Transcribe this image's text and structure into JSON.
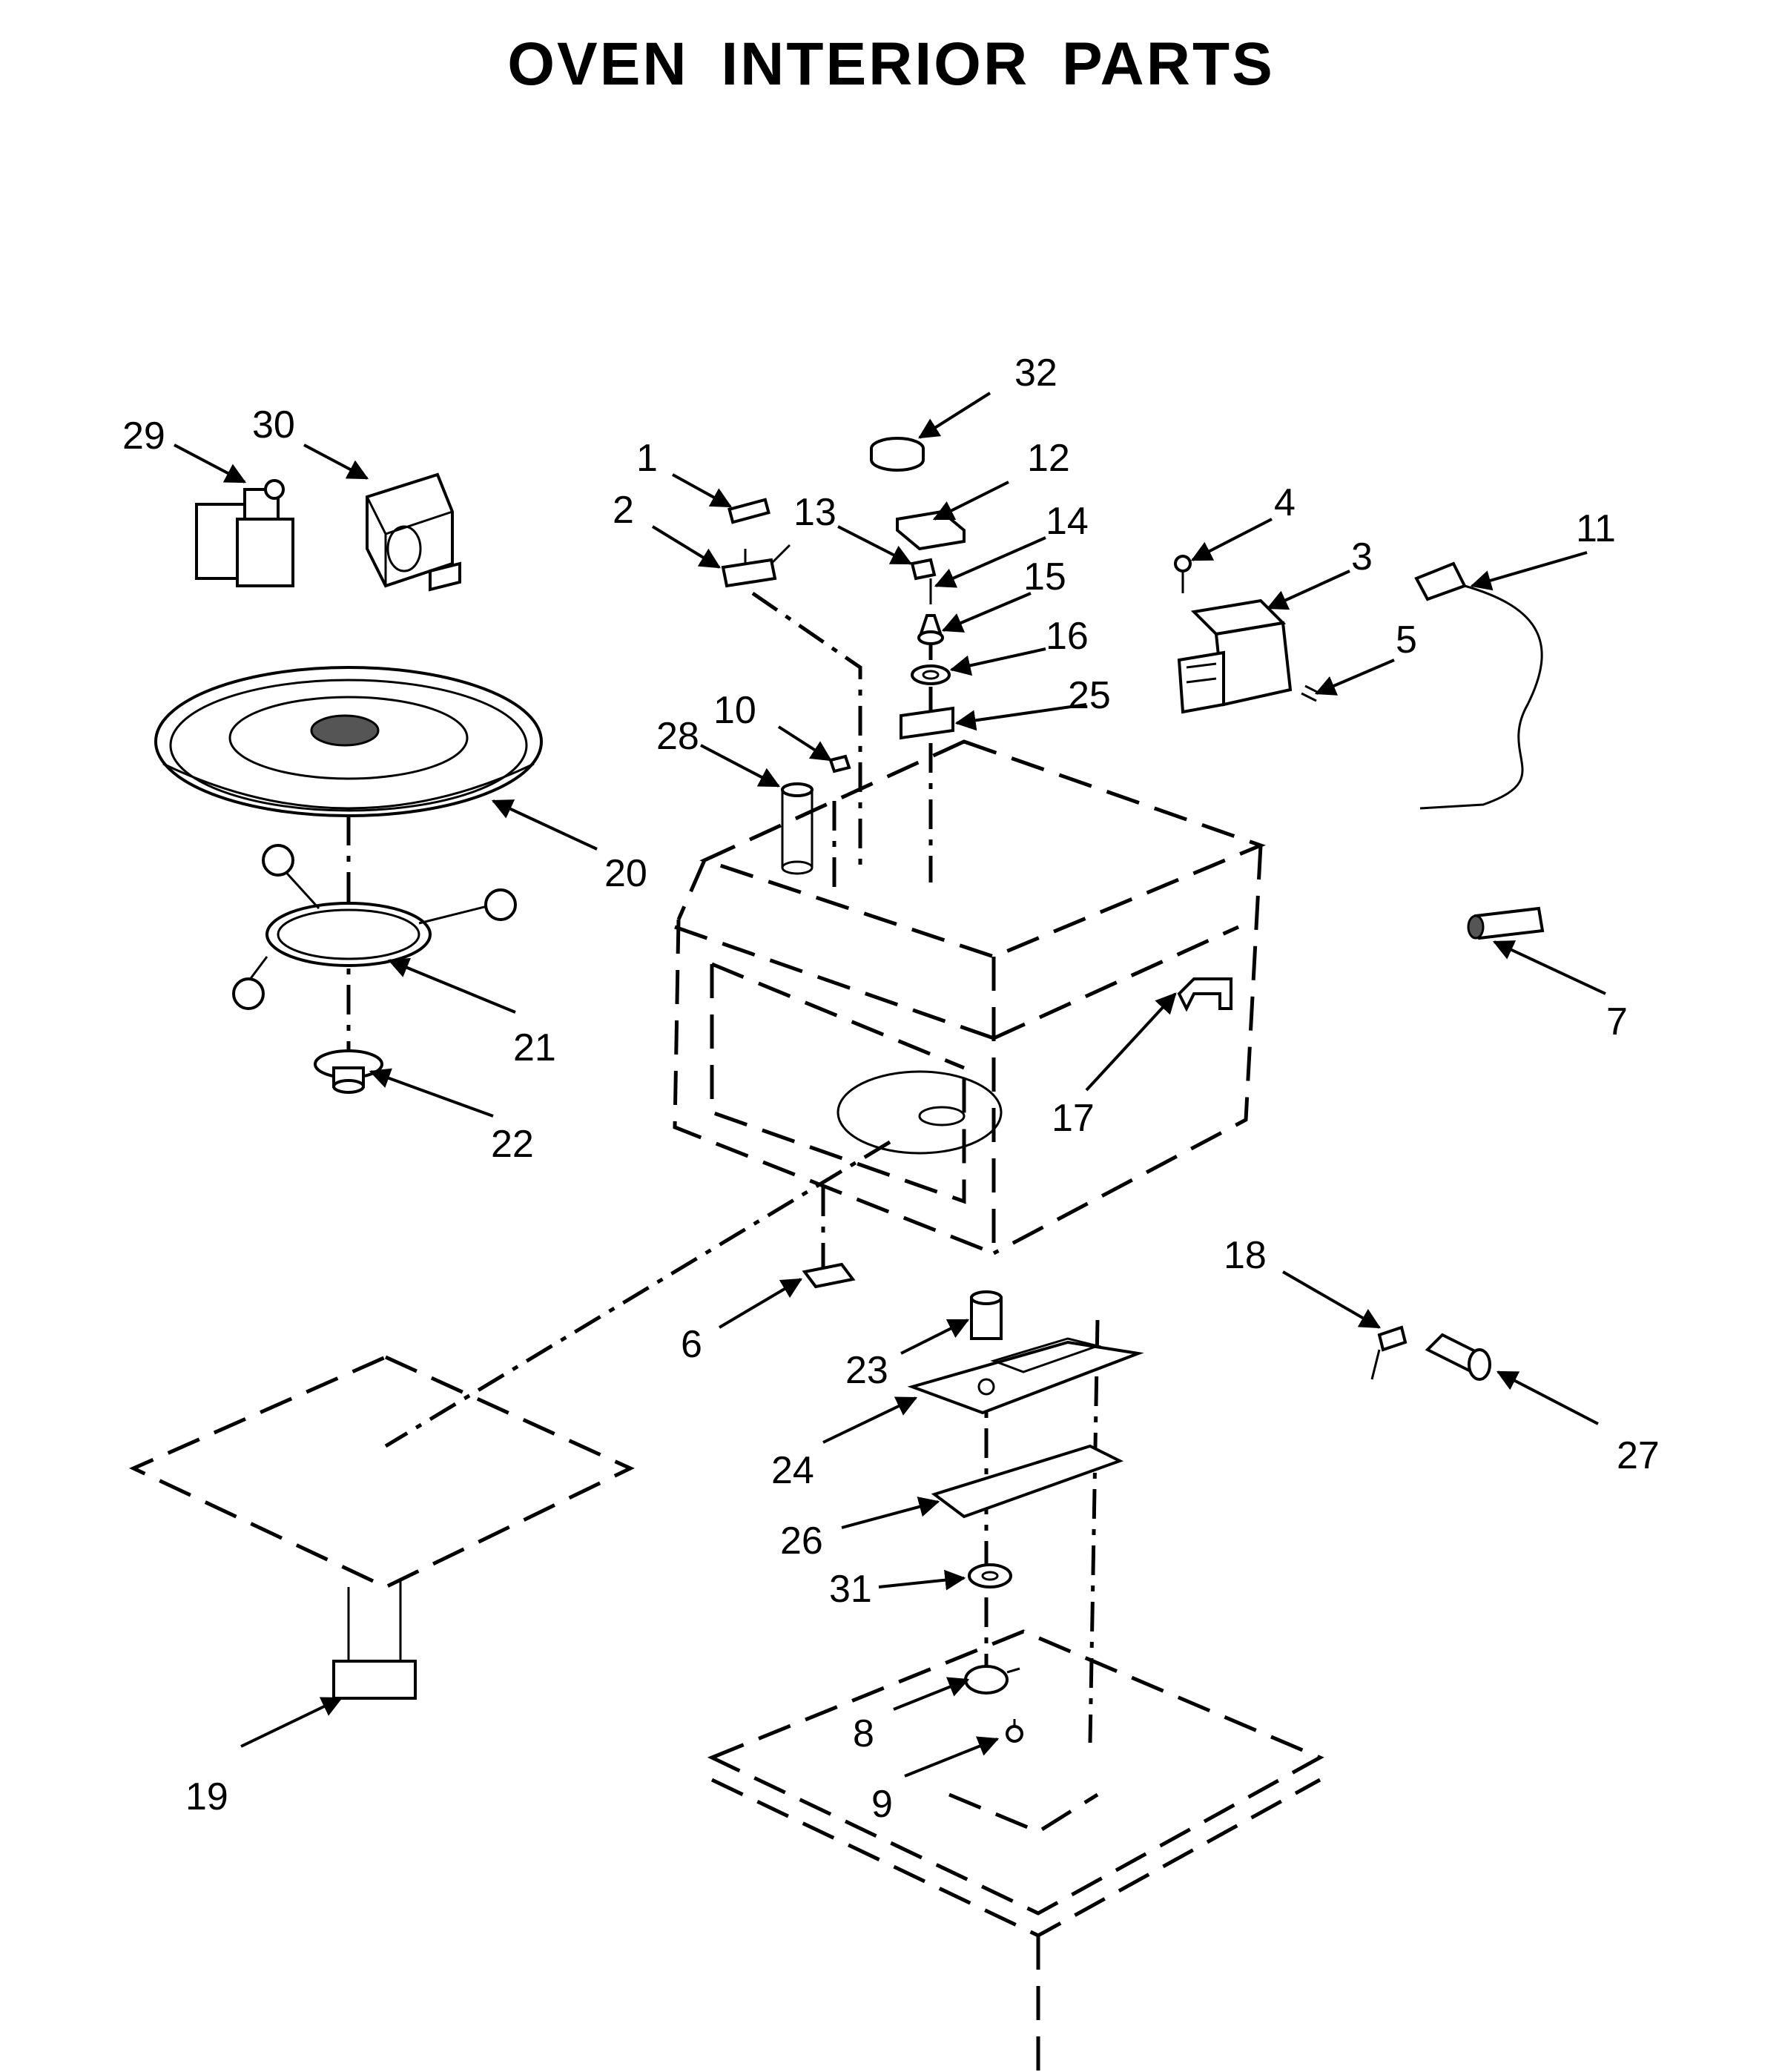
{
  "title": "OVEN INTERIOR PARTS",
  "callouts": [
    {
      "id": "c1",
      "label": "1"
    },
    {
      "id": "c2",
      "label": "2"
    },
    {
      "id": "c3",
      "label": "3"
    },
    {
      "id": "c4",
      "label": "4"
    },
    {
      "id": "c5",
      "label": "5"
    },
    {
      "id": "c6",
      "label": "6"
    },
    {
      "id": "c7",
      "label": "7"
    },
    {
      "id": "c8",
      "label": "8"
    },
    {
      "id": "c9",
      "label": "9"
    },
    {
      "id": "c10",
      "label": "10"
    },
    {
      "id": "c11",
      "label": "11"
    },
    {
      "id": "c12",
      "label": "12"
    },
    {
      "id": "c13",
      "label": "13"
    },
    {
      "id": "c14",
      "label": "14"
    },
    {
      "id": "c15",
      "label": "15"
    },
    {
      "id": "c16",
      "label": "16"
    },
    {
      "id": "c17",
      "label": "17"
    },
    {
      "id": "c18",
      "label": "18"
    },
    {
      "id": "c19",
      "label": "19"
    },
    {
      "id": "c20",
      "label": "20"
    },
    {
      "id": "c21",
      "label": "21"
    },
    {
      "id": "c22",
      "label": "22"
    },
    {
      "id": "c23",
      "label": "23"
    },
    {
      "id": "c24",
      "label": "24"
    },
    {
      "id": "c25",
      "label": "25"
    },
    {
      "id": "c26",
      "label": "26"
    },
    {
      "id": "c27",
      "label": "27"
    },
    {
      "id": "c28",
      "label": "28"
    },
    {
      "id": "c29",
      "label": "29"
    },
    {
      "id": "c30",
      "label": "30"
    },
    {
      "id": "c31",
      "label": "31"
    },
    {
      "id": "c32",
      "label": "32"
    }
  ]
}
